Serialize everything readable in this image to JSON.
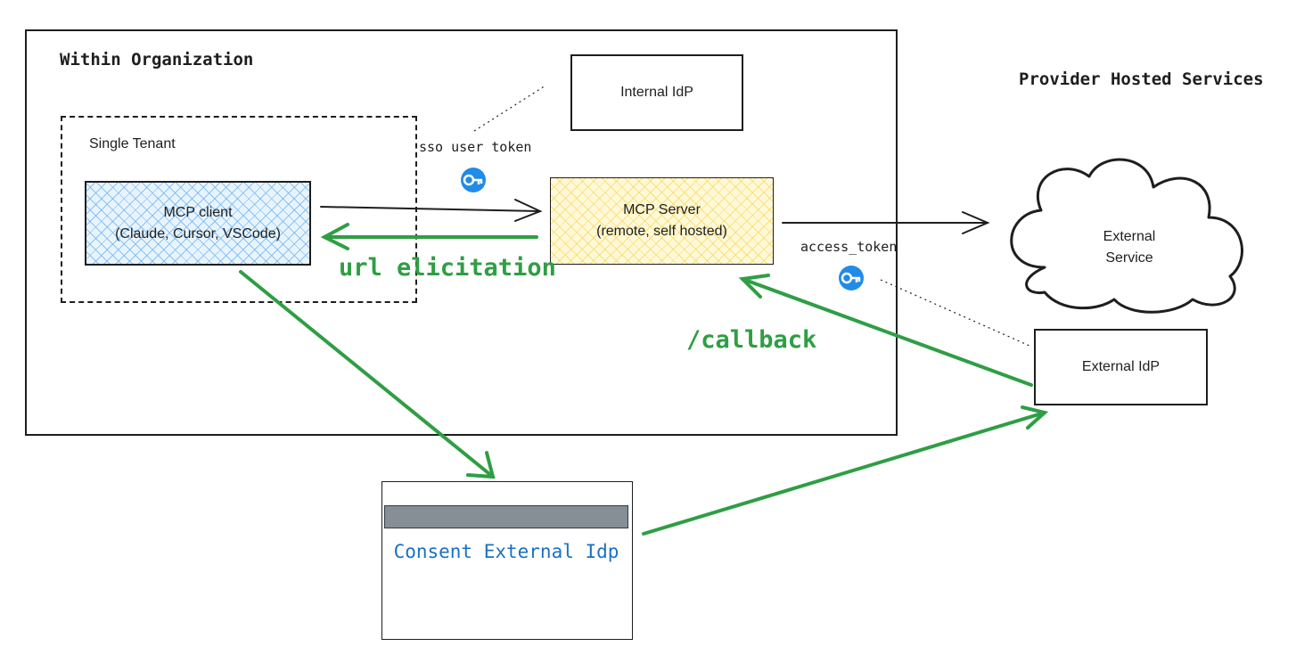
{
  "regions": {
    "organization": "Within Organization",
    "tenant": "Single Tenant",
    "provider": "Provider Hosted Services"
  },
  "nodes": {
    "mcp_client": {
      "line1": "MCP client",
      "line2": "(Claude, Cursor, VSCode)"
    },
    "mcp_server": {
      "line1": "MCP Server",
      "line2": "(remote, self hosted)"
    },
    "internal_idp": "Internal IdP",
    "external_service": {
      "line1": "External",
      "line2": "Service"
    },
    "external_idp": "External IdP",
    "consent_window": "Consent External Idp"
  },
  "edges": {
    "sso_token": "sso user token",
    "access_token": "access_token",
    "url_elicitation": "url elicitation",
    "callback": "/callback"
  },
  "icons": {
    "sso_key": "key-icon",
    "access_key": "key-icon"
  },
  "colors": {
    "green_flow": "#2f9e44",
    "client_fill": "#a5d8ff",
    "server_fill": "#ffec99",
    "key_blue": "#228be6",
    "consent_text": "#1971c2"
  }
}
